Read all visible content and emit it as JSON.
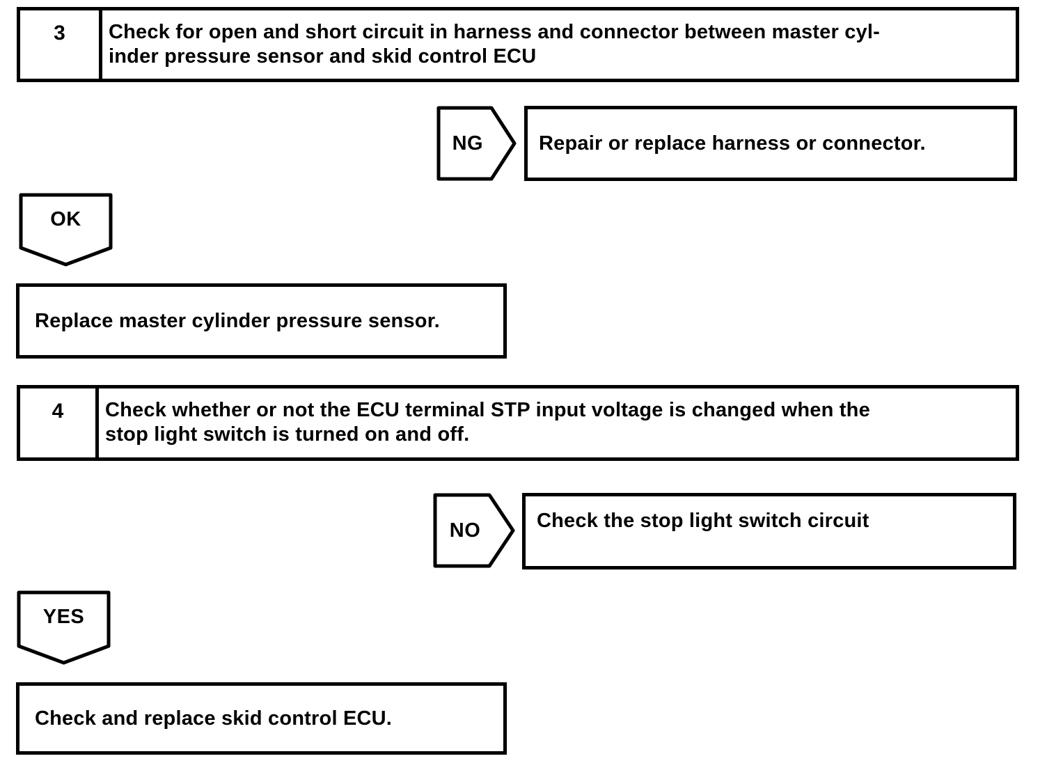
{
  "page": {
    "background_color": "#ffffff",
    "ink_color": "#000000"
  },
  "flowchart": {
    "step3": {
      "number": "3",
      "line1": "Check for open and short circuit in harness and connector between master cyl-",
      "line2": "inder pressure sensor and skid control ECU"
    },
    "ng_arrow": {
      "label": "NG"
    },
    "ng_result": {
      "text": "Repair or replace harness or connector."
    },
    "ok_arrow": {
      "label": "OK"
    },
    "ok_result": {
      "text": "Replace master cylinder pressure sensor."
    },
    "step4": {
      "number": "4",
      "line1": "Check whether or not the ECU terminal STP input voltage is changed when the",
      "line2": "stop light switch is turned on and off."
    },
    "no_arrow": {
      "label": "NO"
    },
    "no_result": {
      "text": "Check the stop light switch circuit"
    },
    "yes_arrow": {
      "label": "YES"
    },
    "yes_result": {
      "text": "Check and replace skid control ECU."
    }
  }
}
